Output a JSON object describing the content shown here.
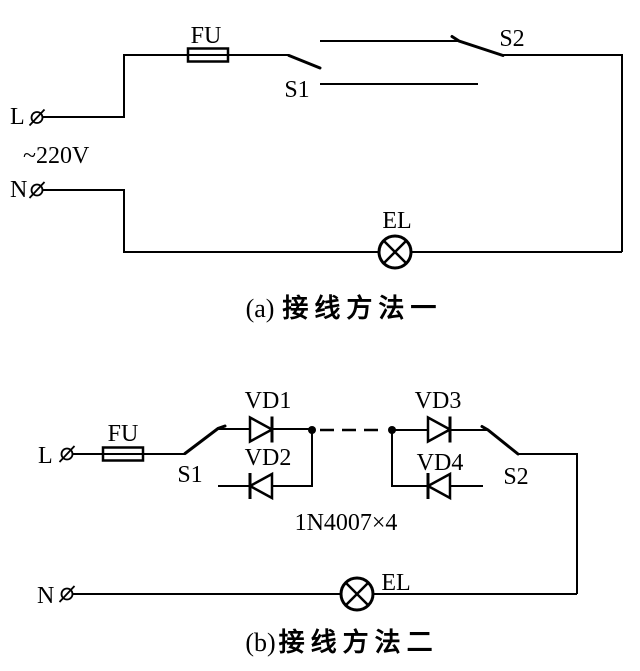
{
  "colors": {
    "line": "#000000",
    "background": "#ffffff",
    "text": "#000000"
  },
  "figure_a": {
    "caption_prefix": "(a)",
    "caption_title": "接线方法一",
    "terminal_live": "L",
    "terminal_neutral": "N",
    "voltage": "~220V",
    "fuse": "FU",
    "switch1": "S1",
    "switch2": "S2",
    "lamp": "EL"
  },
  "figure_b": {
    "caption_prefix": "(b)",
    "caption_title": "接线方法二",
    "terminal_live": "L",
    "terminal_neutral": "N",
    "fuse": "FU",
    "switch1": "S1",
    "switch2": "S2",
    "lamp": "EL",
    "diode1": "VD1",
    "diode2": "VD2",
    "diode3": "VD3",
    "diode4": "VD4",
    "diode_note": "1N4007×4"
  }
}
